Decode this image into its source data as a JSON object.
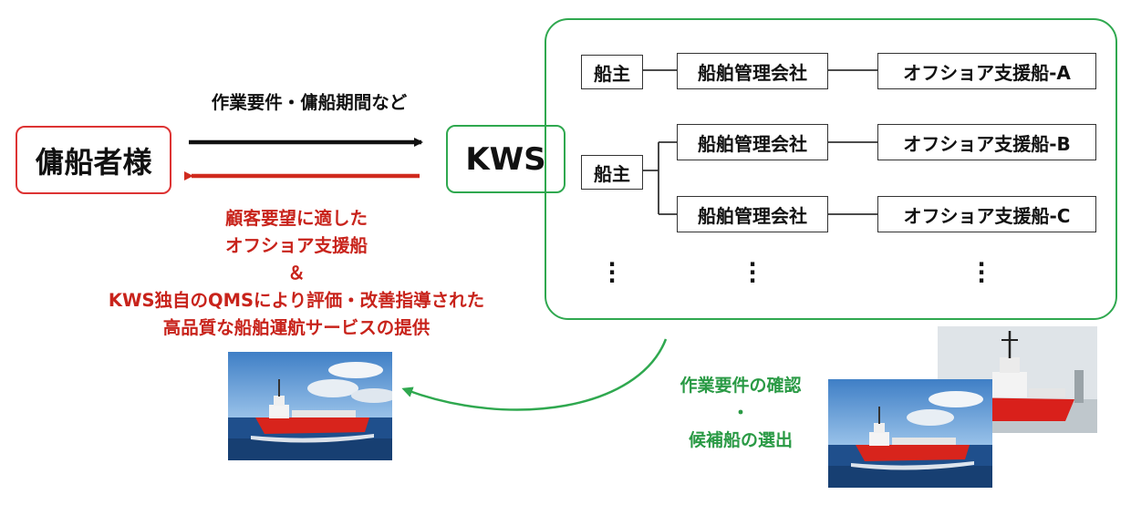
{
  "charterer": "傭船者様",
  "kws": "KWS",
  "top_arrow_label": "作業要件・傭船期間など",
  "red_text": {
    "line1": "顧客要望に適した",
    "line2": "オフショア支援船",
    "line3": "＆",
    "line4": "KWS独自のQMSにより評価・改善指導された",
    "line5": "高品質な船舶運航サービスの提供"
  },
  "green_text": {
    "line1": "作業要件の確認",
    "line2": "・",
    "line3": "候補船の選出"
  },
  "network": {
    "owner1": "船主",
    "owner2": "船主",
    "mgmt_a": "船舶管理会社",
    "mgmt_b": "船舶管理会社",
    "mgmt_c": "船舶管理会社",
    "vessel_a": "オフショア支援船-A",
    "vessel_b": "オフショア支援船-B",
    "vessel_c": "オフショア支援船-C"
  },
  "colors": {
    "red": "#c8231b",
    "green": "#2fa84f",
    "black": "#111111"
  }
}
